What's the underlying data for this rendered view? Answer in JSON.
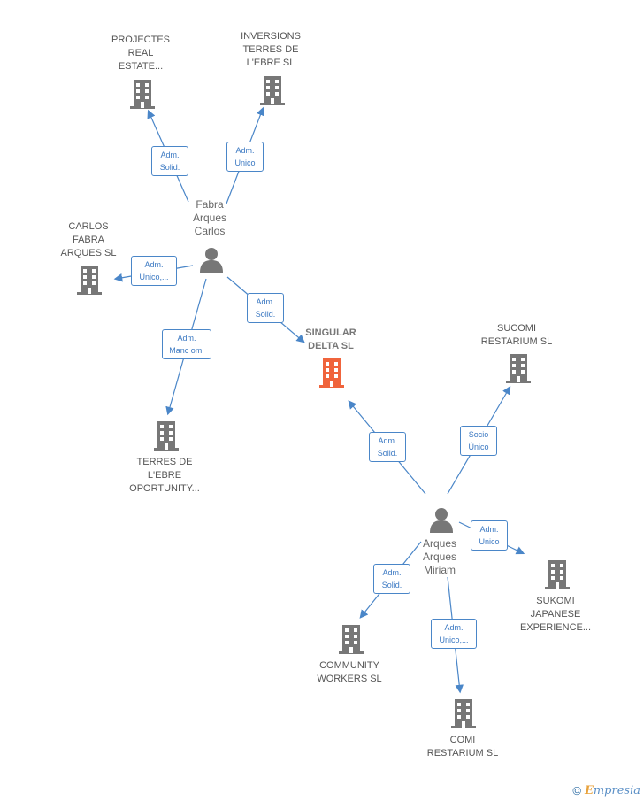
{
  "diagram": {
    "companies": [
      {
        "id": "projectes",
        "label": "PROJECTES\nREAL\nESTATE..."
      },
      {
        "id": "inversions",
        "label": "INVERSIONS\nTERRES DE\nL'EBRE  SL"
      },
      {
        "id": "carlos",
        "label": "CARLOS\nFABRA\nARQUES  SL"
      },
      {
        "id": "singular",
        "label": "SINGULAR\nDELTA  SL"
      },
      {
        "id": "sucomi",
        "label": "SUCOMI\nRESTARIUM  SL"
      },
      {
        "id": "terres",
        "label": "TERRES DE\nL'EBRE\nOPORTUNITY..."
      },
      {
        "id": "sukomi",
        "label": "SUKOMI\nJAPANESE\nEXPERIENCE..."
      },
      {
        "id": "community",
        "label": "COMMUNITY\nWORKERS  SL"
      },
      {
        "id": "comi",
        "label": "COMI\nRESTARIUM  SL"
      }
    ],
    "people": [
      {
        "id": "fabra",
        "label": "Fabra\nArques\nCarlos"
      },
      {
        "id": "miriam",
        "label": "Arques\nArques\nMiriam"
      }
    ],
    "edges": [
      {
        "id": "e1",
        "label": "Adm.\nSolid."
      },
      {
        "id": "e2",
        "label": "Adm.\nUnico"
      },
      {
        "id": "e3",
        "label": "Adm.\nUnico,..."
      },
      {
        "id": "e4",
        "label": "Adm.\nSolid."
      },
      {
        "id": "e5",
        "label": "Adm.\nManc om."
      },
      {
        "id": "e6",
        "label": "Adm.\nSolid."
      },
      {
        "id": "e7",
        "label": "Socio\nÚnico"
      },
      {
        "id": "e8",
        "label": "Adm.\nUnico"
      },
      {
        "id": "e9",
        "label": "Adm.\nSolid."
      },
      {
        "id": "e10",
        "label": "Adm.\nUnico,..."
      }
    ],
    "colors": {
      "edge": "#4a86c8",
      "building": "#777777",
      "main_building": "#f0643c",
      "person": "#777777"
    }
  },
  "footer": {
    "copyright": "©",
    "brand_initial": "E",
    "brand_rest": "mpresia"
  }
}
